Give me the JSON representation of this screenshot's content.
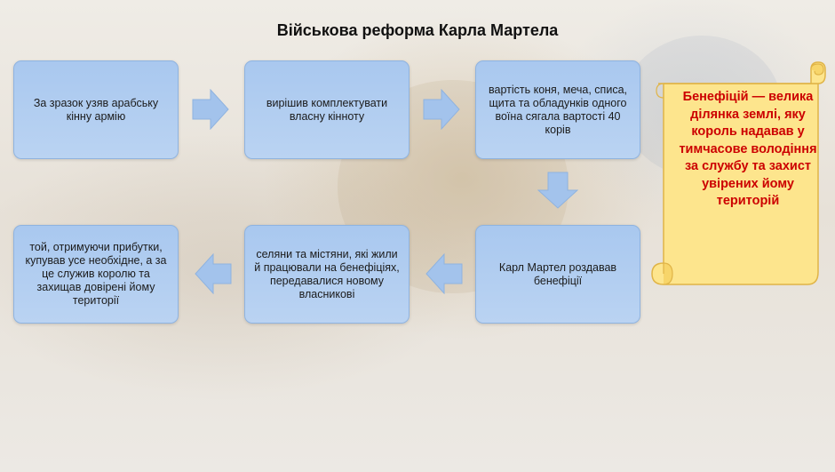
{
  "title": "Військова реформа Карла Мартела",
  "steps": [
    "За зразок узяв арабську кінну армію",
    "вирішив комплектувати власну кінноту",
    "вартість коня, меча, списа, щита та обладунків одного воїна сягала вартості 40 корів",
    "Карл Мартел роздавав бенефіції",
    "селяни та містяни, які жили й працювали на бенефіціях, передавалися новому власникові",
    "той, отримуючи прибутки, купував усе необхідне, а за це служив королю та захищав довірені йому території"
  ],
  "definition": "Бенефіцій — велика ділянка землі, яку король надавав у тимчасове володіння за службу та захист увірених йому територій",
  "colors": {
    "box_fill": "#b3cef1",
    "box_border": "#8fb3df",
    "arrow_fill": "#a3c3ec",
    "scroll_fill": "#fde58d",
    "scroll_border": "#e0b447",
    "definition_text": "#cc0000"
  }
}
